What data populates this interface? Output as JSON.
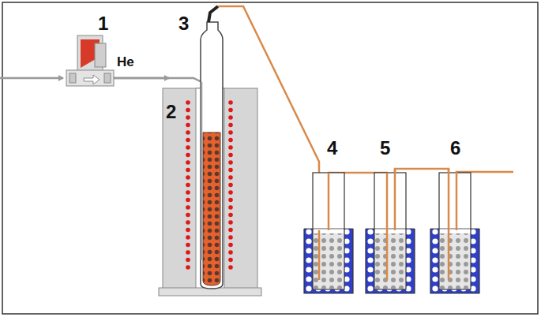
{
  "diagram": {
    "labels": [
      "1",
      "He",
      "2",
      "3",
      "4",
      "5",
      "6"
    ]
  }
}
